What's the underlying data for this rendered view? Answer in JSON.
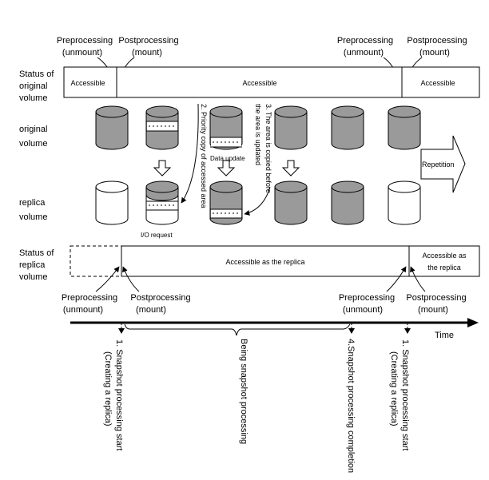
{
  "top_annotations": {
    "pre1": [
      "Preprocessing",
      "(unmount)"
    ],
    "post1": [
      "Postprocessing",
      "(mount)"
    ],
    "pre2": [
      "Preprocessing",
      "(unmount)"
    ],
    "post2": [
      "Postprocessing",
      "(mount)"
    ]
  },
  "original_status": {
    "label": [
      "Status of",
      "original",
      "volume"
    ],
    "segments": [
      "Accessible",
      "Accessible",
      "Accessible"
    ]
  },
  "row_labels": {
    "original": [
      "original",
      "volume"
    ],
    "replica": [
      "replica",
      "volume"
    ]
  },
  "process_notes": {
    "priority_copy": "2. Priority copy of accessed area",
    "copied_before_update": [
      "3. The area is copied before",
      "the area is updated"
    ],
    "data_update": "Data update",
    "io_request": "I/O request",
    "repetition": "Repetition"
  },
  "replica_status": {
    "label": [
      "Status of",
      "replica",
      "volume"
    ],
    "segment_main": "Accessible as the replica",
    "segment_end": [
      "Accessible as",
      "the replica"
    ]
  },
  "bottom_annotations": {
    "pre1": [
      "Preprocessing",
      "(unmount)"
    ],
    "post1": [
      "Postprocessing",
      "(mount)"
    ],
    "pre2": [
      "Preprocessing",
      "(unmount)"
    ],
    "post2": [
      "Postprocessing",
      "(mount)"
    ]
  },
  "timeline": {
    "time_label": "Time",
    "start1": [
      "1. Snapshot processing start",
      "(Creating a replica)"
    ],
    "being": "Being snapshot processing",
    "completion": "4.Snapshot processing completion",
    "start2": [
      "1. Snapshot processing start",
      "(Creating a replica)"
    ]
  },
  "colors": {
    "cylinder_gray": "#9a9a9a",
    "cylinder_dark": "#6e6e6e",
    "cylinder_white": "#ffffff",
    "stroke": "#000000"
  }
}
